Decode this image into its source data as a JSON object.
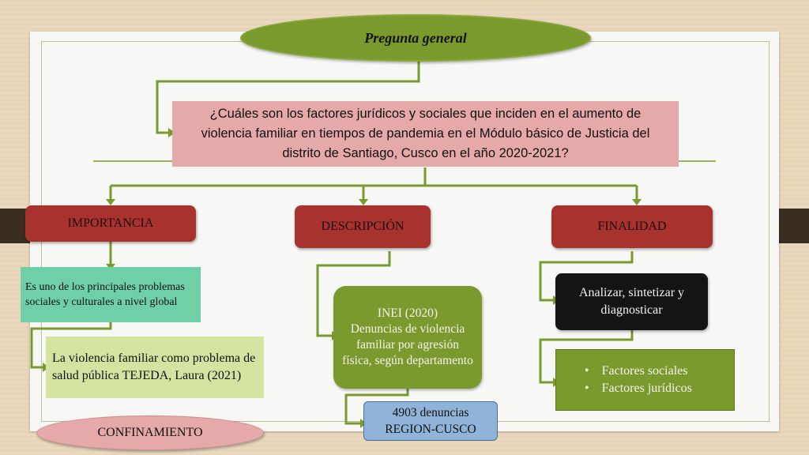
{
  "general_question_label": "Pregunta general",
  "question": "¿Cuáles son los factores jurídicos y sociales que inciden en el aumento de violencia familiar en tiempos de pandemia en el Módulo básico de Justicia del distrito de Santiago, Cusco en el año 2020-2021?",
  "importancia": {
    "label": "IMPORTANCIA",
    "point1": "Es uno de los principales problemas sociales y culturales a nivel global",
    "point2": "La violencia familiar como problema de salud pública TEJEDA, Laura (2021)"
  },
  "descripcion": {
    "label": "DESCRIPCIÓN",
    "source": "INEI (2020)",
    "detail": "Denuncias de violencia familiar por agresión física, según departamento",
    "count_line1": "4903 denuncias",
    "count_line2": "REGION-CUSCO"
  },
  "finalidad": {
    "label": "FINALIDAD",
    "action": "Analizar, sintetizar y diagnosticar",
    "factors": [
      "Factores sociales",
      "Factores jurídicos"
    ]
  },
  "confinement_label": "CONFINAMIENTO",
  "colors": {
    "green_connector": "#7a9a2e",
    "olive_ellipse": "#7a9a2e",
    "question_box": "#e4a9a8",
    "red_box": "#a8322d",
    "teal_box": "#6fcfa6",
    "lime_box": "#d5e3a0",
    "blue_box": "#8fb3d9",
    "pink_ellipse": "#e4a9a8",
    "black_box": "#141414"
  }
}
